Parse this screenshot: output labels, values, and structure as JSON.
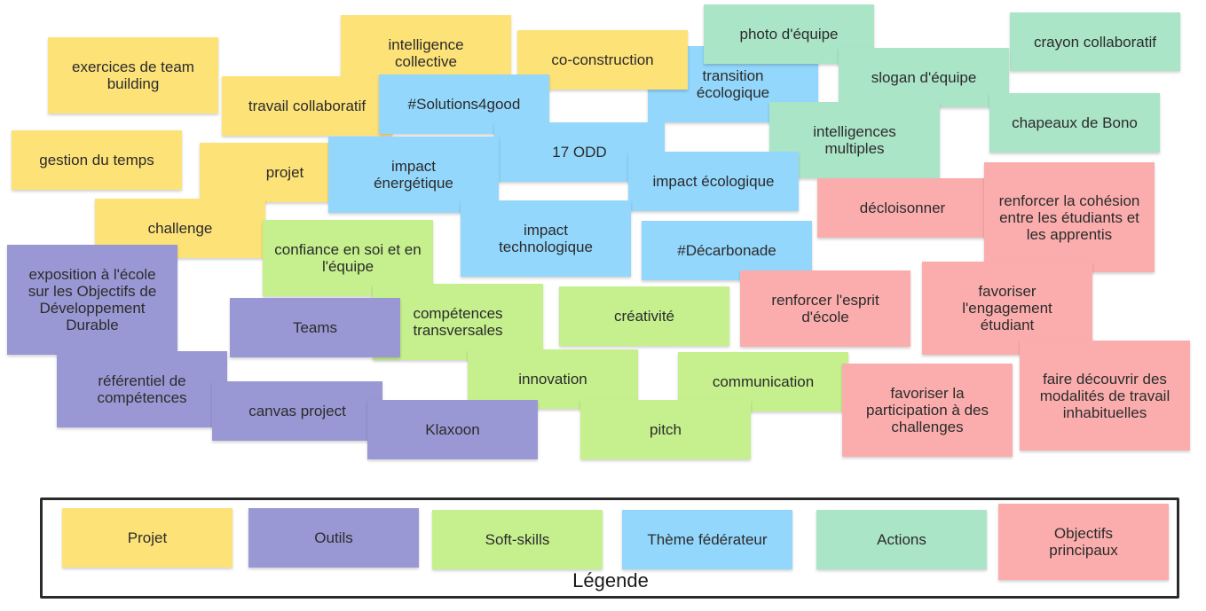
{
  "board": {
    "notes": {
      "n1": "exercices de team building",
      "n2": "intelligence collective",
      "n3": "co-construction",
      "n4": "photo d'équipe",
      "n5": "crayon collaboratif",
      "n6": "transition écologique",
      "n7": "slogan d'équipe",
      "n8": "travail collaboratif",
      "n9": "#Solutions4good",
      "n10": "chapeaux de Bono",
      "n11": "intelligences multiples",
      "n12": "gestion du temps",
      "n13": "projet",
      "n14": "17 ODD",
      "n15": "impact énergétique",
      "n16": "impact écologique",
      "n17": "décloisonner",
      "n18": "renforcer la cohésion entre les étudiants et les apprentis",
      "n19": "challenge",
      "n20": "impact technologique",
      "n21": "confiance en soi et en l'équipe",
      "n22": "#Décarbonade",
      "n23": "exposition à l'école sur les Objectifs de Développement Durable",
      "n24": "renforcer l'esprit d'école",
      "n25": "favoriser l'engagement étudiant",
      "n26": "Teams",
      "n27": "compétences transversales",
      "n28": "créativité",
      "n29": "référentiel de compétences",
      "n30": "innovation",
      "n31": "communication",
      "n32": "favoriser la participation à des challenges",
      "n33": "faire découvrir des modalités de travail inhabituelles",
      "n34": "canvas project",
      "n35": "Klaxoon",
      "n36": "pitch"
    }
  },
  "legend": {
    "title": "Légende",
    "items": [
      {
        "label": "Projet",
        "color": "#fde278"
      },
      {
        "label": "Outils",
        "color": "#9a98d4"
      },
      {
        "label": "Soft-skills",
        "color": "#c5f08d"
      },
      {
        "label": "Thème fédérateur",
        "color": "#93d7fc"
      },
      {
        "label": "Actions",
        "color": "#abe5c8"
      },
      {
        "label": "Objectifs principaux",
        "color": "#fbadad"
      }
    ]
  }
}
